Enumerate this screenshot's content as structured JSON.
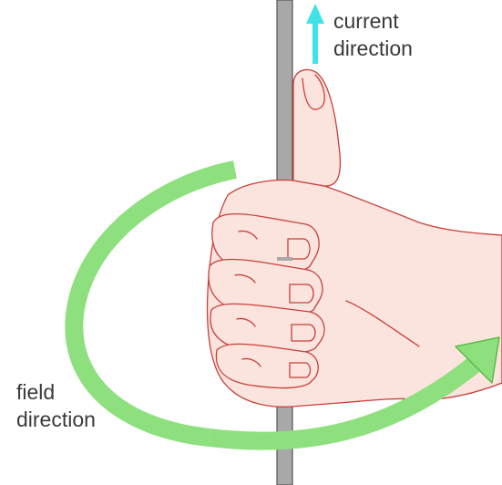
{
  "labels": {
    "current_line1": "current",
    "current_line2": "direction",
    "field_line1": "field",
    "field_line2": "direction"
  },
  "icons": {
    "current_arrow": "up-arrow-icon",
    "field_arrow": "curved-arrow-icon"
  },
  "colors": {
    "background": "#ffffff",
    "wire_fill": "#a8a8a8",
    "wire_stroke": "#555555",
    "hand_fill": "#fbe3de",
    "hand_stroke": "#c8403a",
    "field_arrow": "#8ee07f",
    "field_arrow_stroke": "#5aba4a",
    "current_arrow": "#3fe3e6",
    "label_text": "#3a3a3a"
  }
}
